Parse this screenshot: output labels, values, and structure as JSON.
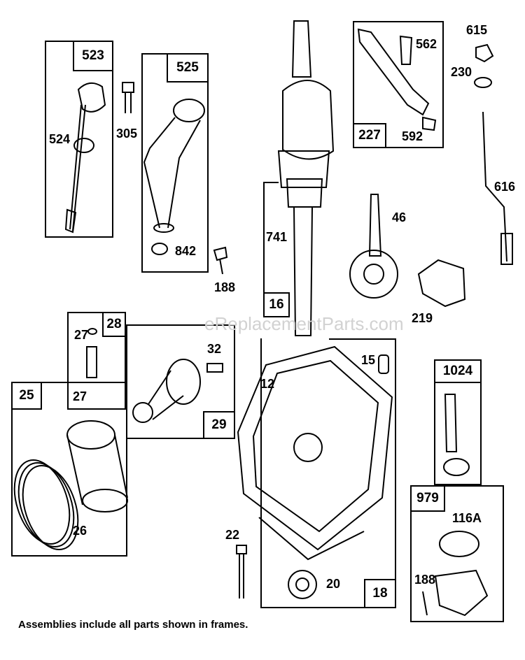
{
  "watermark": "eReplacementParts.com",
  "footer_note": "Assemblies include all parts shown in frames.",
  "frames": {
    "f523": "523",
    "f525": "525",
    "f227": "227",
    "f16": "16",
    "f28": "28",
    "f29": "29",
    "f25": "25",
    "f18": "18",
    "f1024": "1024",
    "f979": "979"
  },
  "labels": {
    "p524": "524",
    "p305": "305",
    "p842": "842",
    "p188a": "188",
    "p562": "562",
    "p592": "592",
    "p615": "615",
    "p230": "230",
    "p616": "616",
    "p46": "46",
    "p741": "741",
    "p219": "219",
    "p27a": "27",
    "p27b": "27",
    "p32": "32",
    "p26": "26",
    "p12": "12",
    "p15": "15",
    "p22": "22",
    "p20": "20",
    "p116a": "116A",
    "p188b": "188"
  }
}
